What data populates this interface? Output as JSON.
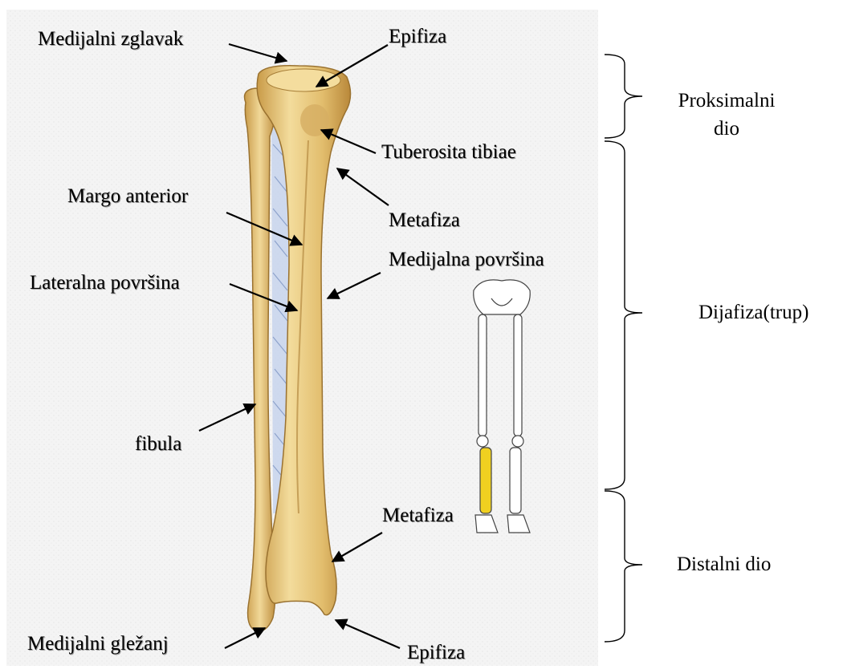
{
  "labels": {
    "medijalni_zglavak": "Medijalni zglavak",
    "epifiza_top": "Epifiza",
    "tuberosita_tibiae": "Tuberosita tibiae",
    "margo_anterior": "Margo anterior",
    "metafiza_top": "Metafiza",
    "medijalna_povrsina": "Medijalna površina",
    "lateralna_povrsina": "Lateralna površina",
    "fibula": "fibula",
    "metafiza_bottom": "Metafiza",
    "medijalni_glezanj": "Medijalni gležanj",
    "epifiza_bottom": "Epifiza"
  },
  "sections": {
    "proksimalni_line1": "Proksimalni",
    "proksimalni_line2": "dio",
    "dijafiza": "Dijafiza(trup)",
    "distalni": "Distalni dio"
  },
  "colors": {
    "bone": "#e8c982",
    "bone_shadow": "#b88a3c",
    "bone_highlight": "#f7e2a8",
    "membrane": "#b9c9e6",
    "highlight_leg": "#f0d020",
    "panel": "#f2f2f2"
  }
}
